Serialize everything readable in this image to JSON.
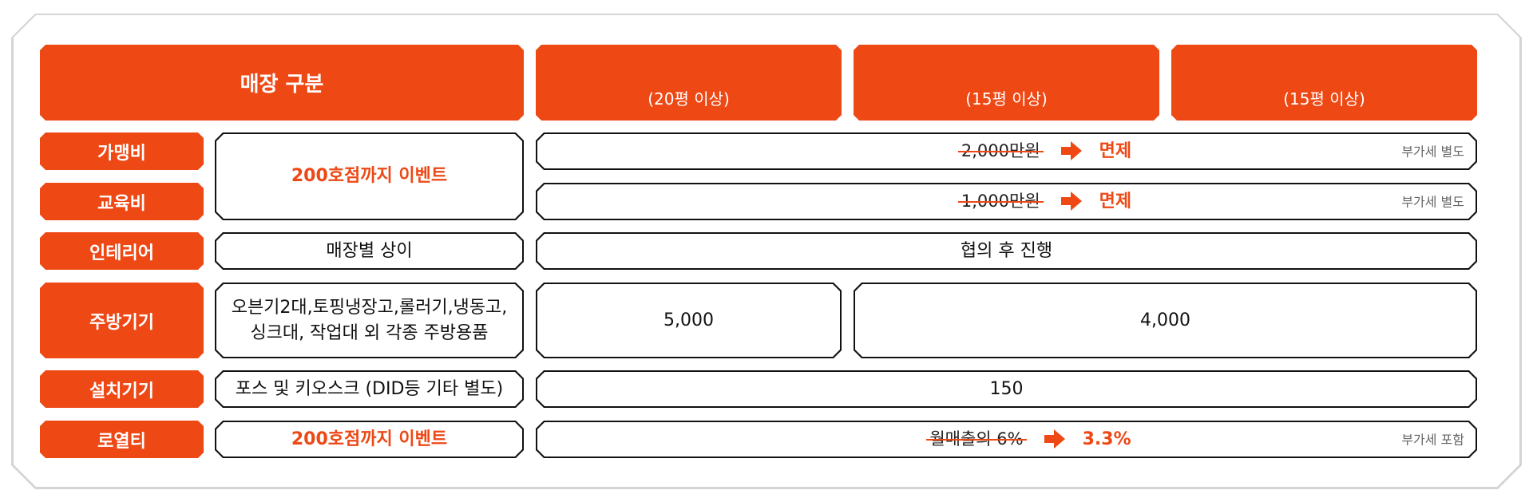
{
  "header": {
    "category": "매장 구분",
    "columns": [
      "(20평 이상)",
      "(15평 이상)",
      "(15평 이상)"
    ]
  },
  "rows": {
    "franchise_fee": {
      "label": "가맹비",
      "old_price": "2,000만원",
      "new_price": "면제",
      "note": "부가세 별도"
    },
    "training_fee": {
      "label": "교육비",
      "old_price": "1,000만원",
      "new_price": "면제",
      "note": "부가세 별도"
    },
    "event_text": "200호점까지 이벤트",
    "interior": {
      "label": "인테리어",
      "condition": "매장별 상이",
      "value": "협의 후 진행"
    },
    "kitchen": {
      "label": "주방기기",
      "condition_line1": "오븐기2대,토핑냉장고,롤러기,냉동고,",
      "condition_line2": "싱크대, 작업대 외 각종 주방용품",
      "value_20": "5,000",
      "value_15": "4,000"
    },
    "installation": {
      "label": "설치기기",
      "condition": "포스 및 키오스크 (DID등 기타 별도)",
      "value": "150"
    },
    "royalty": {
      "label": "로열티",
      "condition": "200호점까지 이벤트",
      "old_rate": "월매출의 6%",
      "new_rate": "3.3%",
      "note": "부가세 포함"
    }
  },
  "colors": {
    "accent": "#ee4815",
    "border": "#111111"
  },
  "icons": {
    "arrow": "arrow-right-icon"
  }
}
